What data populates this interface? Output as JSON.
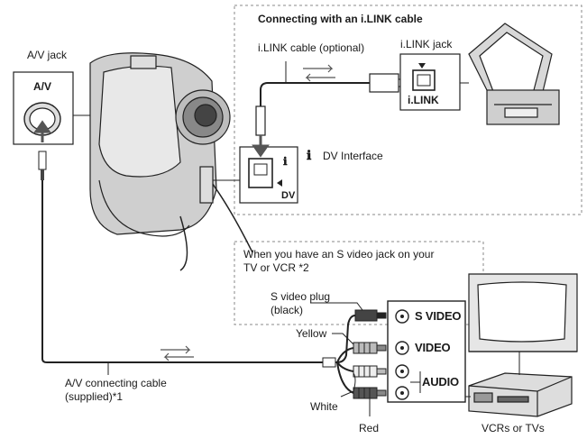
{
  "ilink_box": {
    "title": "Connecting with an i.LINK cable",
    "cable_label": "i.LINK cable (optional)",
    "jack_label": "i.LINK jack",
    "jack_marking": "i.LINK",
    "dv_interface_label": "DV Interface",
    "dv_port_marking": "DV"
  },
  "av_jack": {
    "label": "A/V jack",
    "port_marking": "A/V"
  },
  "svideo_box": {
    "note_line1": "When you have an S video jack on your",
    "note_line2": "TV or VCR *2"
  },
  "plugs": {
    "svideo_plug_line1": "S video plug",
    "svideo_plug_line2": "(black)",
    "yellow": "Yellow",
    "white": "White",
    "red": "Red"
  },
  "panel": {
    "svideo": "S VIDEO",
    "video": "VIDEO",
    "audio": "AUDIO"
  },
  "cable": {
    "line1": "A/V connecting cable",
    "line2": "(supplied)*1"
  },
  "devices": {
    "label": "VCRs or TVs"
  }
}
